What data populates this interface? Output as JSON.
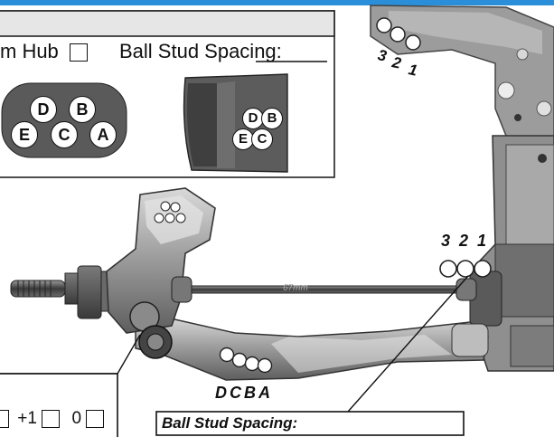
{
  "top_panel": {
    "hub_label": "m Hub",
    "ball_stud_spacing_label": "Ball Stud Spacing:",
    "left_holes": [
      "D",
      "B",
      "E",
      "C",
      "A"
    ],
    "right_holes": [
      "D",
      "B",
      "E",
      "C"
    ]
  },
  "chassis_holes": {
    "labels": [
      "3",
      "2",
      "1"
    ]
  },
  "tower_holes": {
    "labels": [
      "3",
      "2",
      "1"
    ]
  },
  "arm_holes": {
    "label": "DCBA"
  },
  "link": {
    "length_label": "67mm"
  },
  "bottom_left": {
    "opt_plus1": "+1",
    "opt_0": "0"
  },
  "bottom_right": {
    "ball_stud_spacing_label": "Ball Stud Spacing:"
  },
  "colors": {
    "accent": "#2a8fd8",
    "part_dark": "#555555",
    "part_light": "#c8c8c8"
  }
}
